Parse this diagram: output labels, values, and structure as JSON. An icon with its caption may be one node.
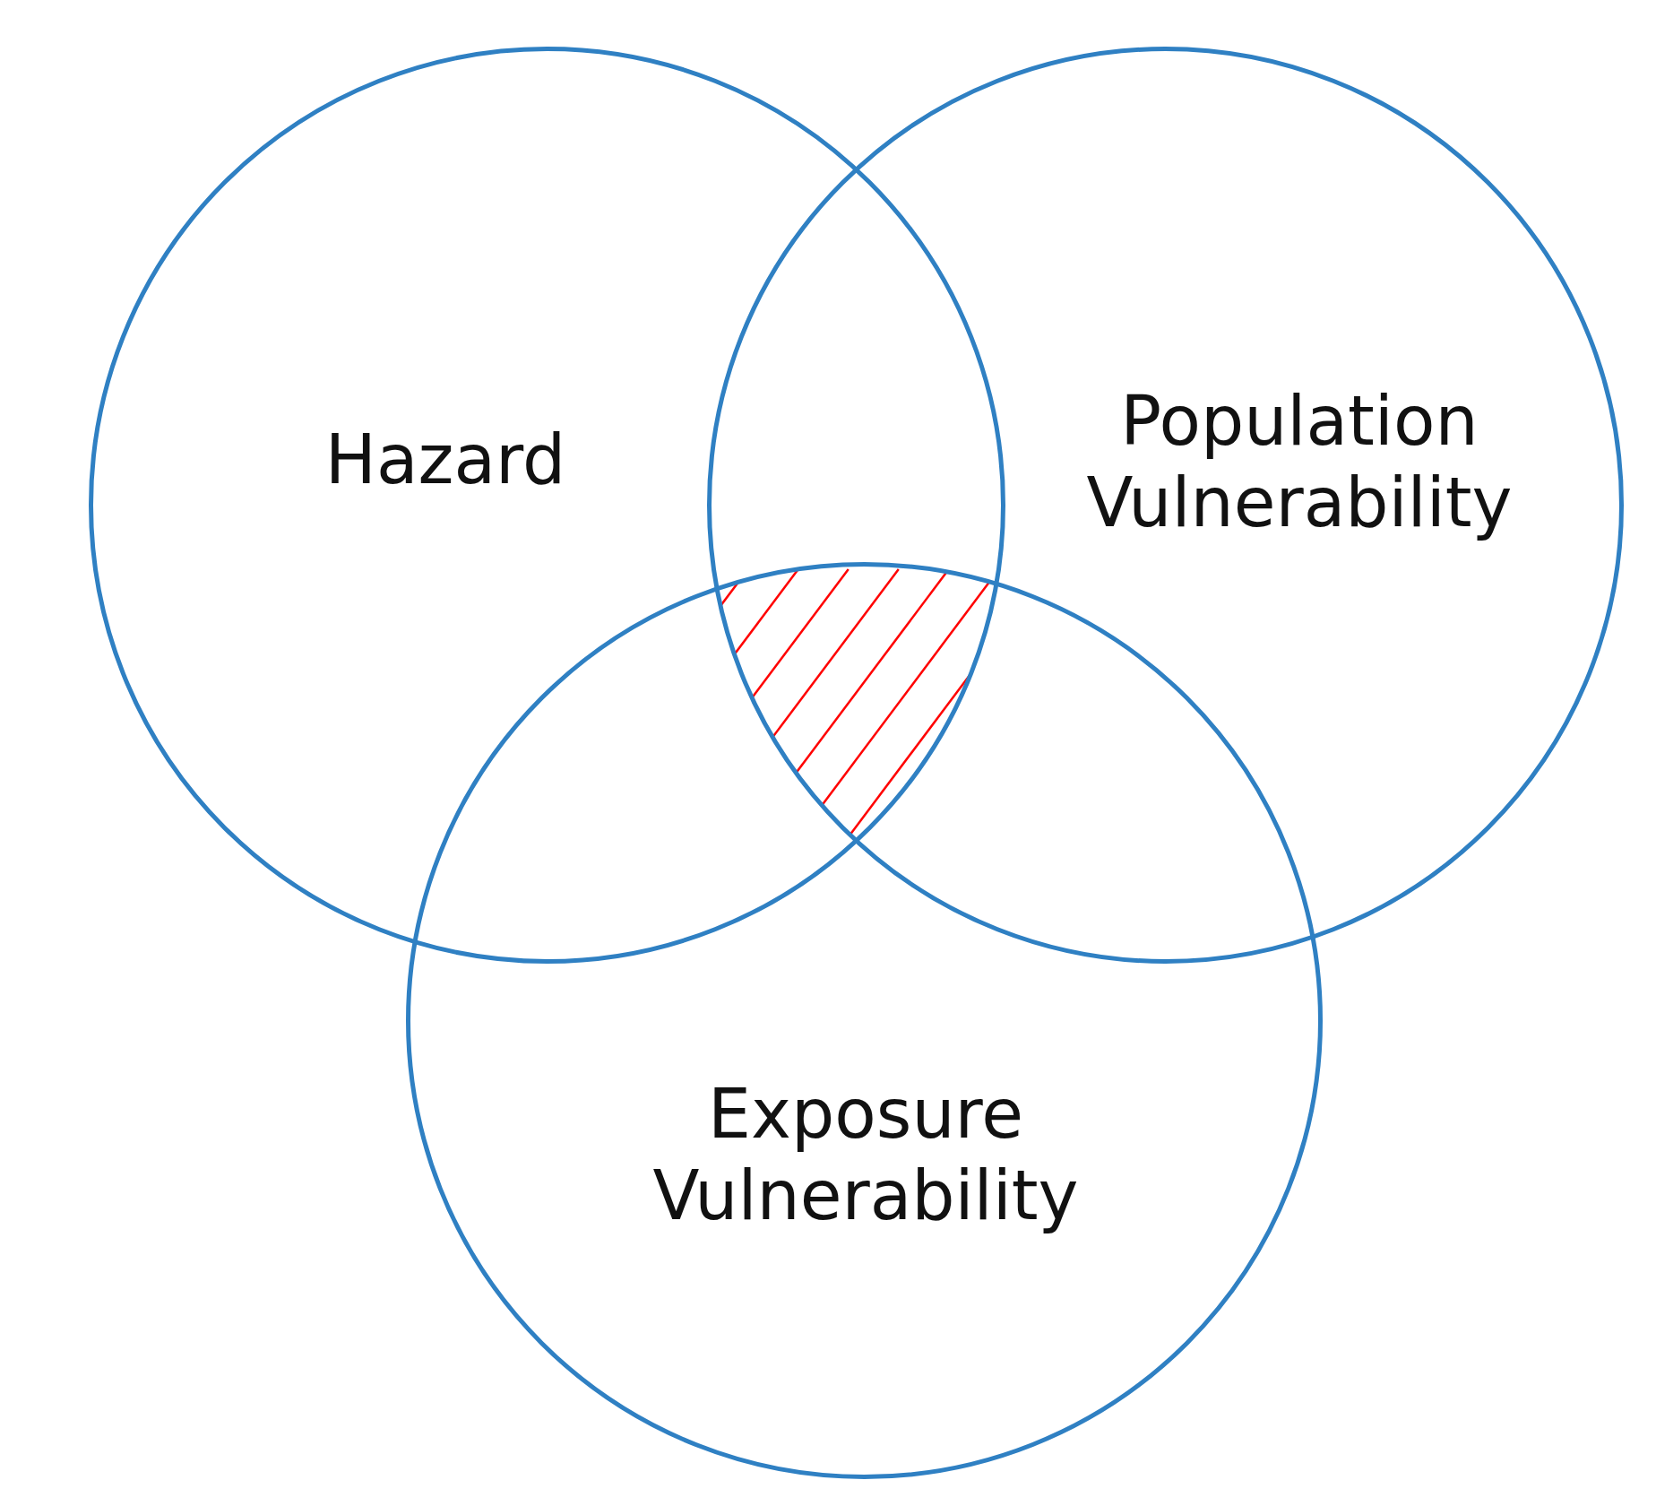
{
  "diagram": {
    "nodes": [
      {
        "text": [
          "Hazard"
        ]
      },
      {
        "text": [
          "Population Vulnerability"
        ]
      },
      {
        "text": [
          "Exposure Vulnerability"
        ]
      }
    ]
  }
}
